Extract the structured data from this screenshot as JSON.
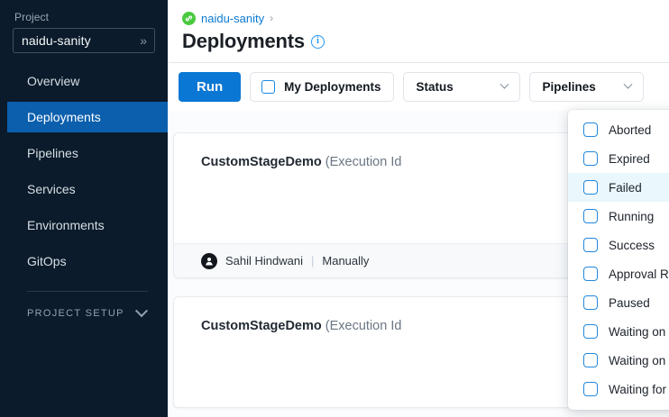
{
  "sidebar": {
    "project_label": "Project",
    "project_value": "naidu-sanity",
    "project_expand_icon": "double-chevron-right",
    "items": [
      {
        "label": "Overview",
        "active": false
      },
      {
        "label": "Deployments",
        "active": true
      },
      {
        "label": "Pipelines",
        "active": false
      },
      {
        "label": "Services",
        "active": false
      },
      {
        "label": "Environments",
        "active": false
      },
      {
        "label": "GitOps",
        "active": false
      }
    ],
    "section_label": "PROJECT SETUP",
    "section_icon": "chevron-down-icon"
  },
  "header": {
    "breadcrumb_icon": "project-chain-icon",
    "breadcrumb_link": "naidu-sanity",
    "breadcrumb_separator": "›",
    "title": "Deployments",
    "info_icon": "info-icon",
    "info_glyph": "i"
  },
  "toolbar": {
    "run_label": "Run",
    "my_deployments_label": "My Deployments",
    "my_deployments_checked": false,
    "status_label": "Status",
    "pipelines_label": "Pipelines",
    "chevron_icon": "chevron-down-icon"
  },
  "status_dropdown": {
    "open": true,
    "highlighted": "Failed",
    "options": [
      {
        "label": "Aborted",
        "checked": false
      },
      {
        "label": "Expired",
        "checked": false
      },
      {
        "label": "Failed",
        "checked": false
      },
      {
        "label": "Running",
        "checked": false
      },
      {
        "label": "Success",
        "checked": false
      },
      {
        "label": "Approval Rejected",
        "checked": false
      },
      {
        "label": "Paused",
        "checked": false
      },
      {
        "label": "Waiting on approval",
        "checked": false
      },
      {
        "label": "Waiting on intervention",
        "checked": false
      },
      {
        "label": "Waiting for resources",
        "checked": false
      }
    ]
  },
  "deployments": [
    {
      "name": "CustomStageDemo",
      "detail": "(Execution Id",
      "user": "Sahil Hindwani",
      "trigger": "Manually",
      "divider": "|"
    },
    {
      "name": "CustomStageDemo",
      "detail": "(Execution Id"
    }
  ],
  "colors": {
    "sidebar_bg": "#0b1b2b",
    "accent_blue": "#0b77d4",
    "active_nav": "#0b5fad",
    "highlight_row": "#eaf7fd",
    "breadcrumb_green": "#4ac93f"
  }
}
